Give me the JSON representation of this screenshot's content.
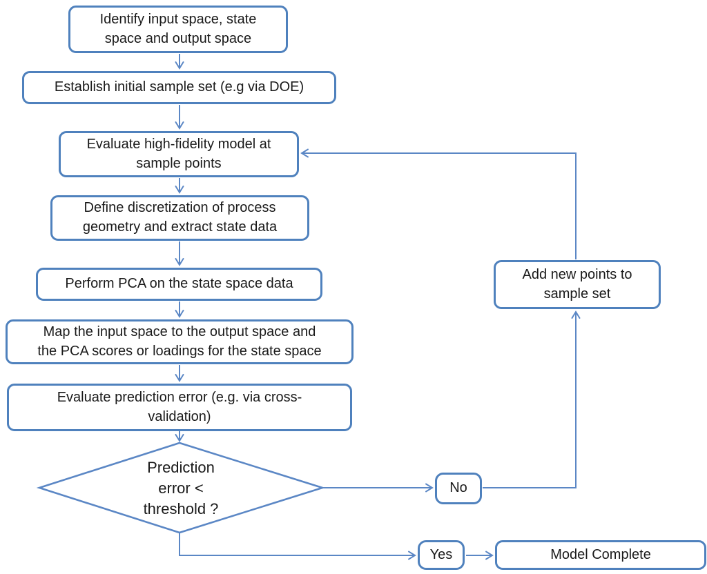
{
  "diagram": {
    "type": "flowchart",
    "background": "#ffffff"
  },
  "colors": {
    "box_border": "#4f81bd",
    "connector": "#5b87c5",
    "text": "#1a1a1a",
    "box_fill": "#ffffff"
  },
  "nodes": {
    "identify": {
      "label": "Identify input space, state\nspace and output space",
      "shape": "rounded-rect"
    },
    "establish": {
      "label": "Establish initial sample set  (e.g via DOE)",
      "shape": "rounded-rect"
    },
    "evaluate_hf": {
      "label": "Evaluate high-fidelity model at\nsample points",
      "shape": "rounded-rect"
    },
    "discretize": {
      "label": "Define discretization of process\ngeometry and extract state data",
      "shape": "rounded-rect"
    },
    "pca": {
      "label": "Perform PCA on the state space data",
      "shape": "rounded-rect"
    },
    "map": {
      "label": "Map the input space to the output space and\nthe PCA scores or loadings for the state space",
      "shape": "rounded-rect"
    },
    "eval_error": {
      "label": "Evaluate prediction error (e.g. via cross-\nvalidation)",
      "shape": "rounded-rect"
    },
    "decision": {
      "label": "Prediction\nerror <\nthreshold ?",
      "shape": "diamond"
    },
    "no": {
      "label": "No",
      "shape": "rounded-rect"
    },
    "add_points": {
      "label": "Add new points to\nsample set",
      "shape": "rounded-rect"
    },
    "yes": {
      "label": "Yes",
      "shape": "rounded-rect"
    },
    "model_complete": {
      "label": "Model Complete",
      "shape": "rounded-rect"
    }
  },
  "edges": [
    {
      "from": "identify",
      "to": "establish"
    },
    {
      "from": "establish",
      "to": "evaluate_hf"
    },
    {
      "from": "evaluate_hf",
      "to": "discretize"
    },
    {
      "from": "discretize",
      "to": "pca"
    },
    {
      "from": "pca",
      "to": "map"
    },
    {
      "from": "map",
      "to": "eval_error"
    },
    {
      "from": "eval_error",
      "to": "decision"
    },
    {
      "from": "decision",
      "to": "no"
    },
    {
      "from": "no",
      "to": "add_points"
    },
    {
      "from": "add_points",
      "to": "evaluate_hf"
    },
    {
      "from": "decision",
      "to": "yes"
    },
    {
      "from": "yes",
      "to": "model_complete"
    }
  ]
}
